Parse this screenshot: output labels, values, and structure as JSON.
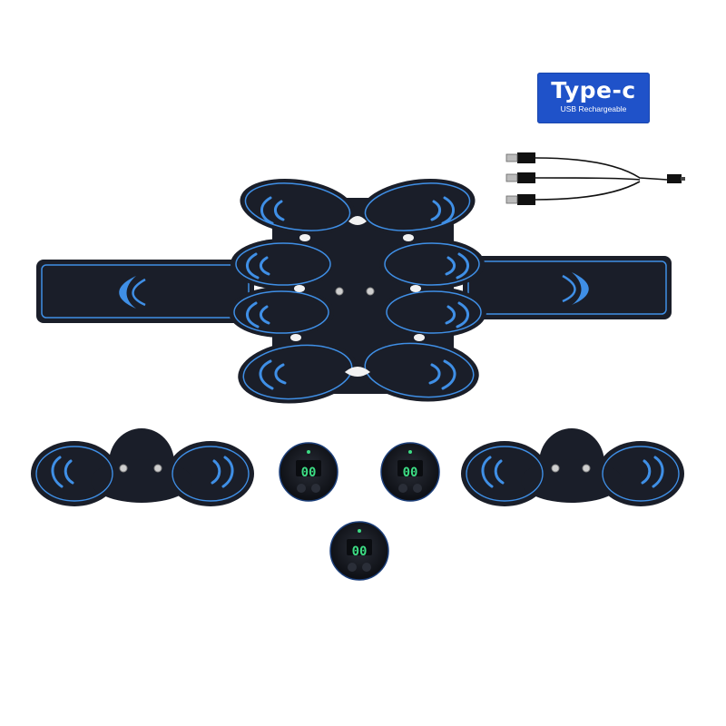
{
  "badge": {
    "title": "Type-c",
    "subtitle": "USB Rechargeable"
  },
  "controllers": [
    {
      "display": "00"
    },
    {
      "display": "00"
    },
    {
      "display": "00"
    }
  ],
  "colors": {
    "pad": "#1a1e29",
    "accent": "#3f8fe6",
    "badge": "#1f52c9",
    "display_green": "#3ddc84"
  },
  "icons": [
    "usb-cable-icon"
  ]
}
